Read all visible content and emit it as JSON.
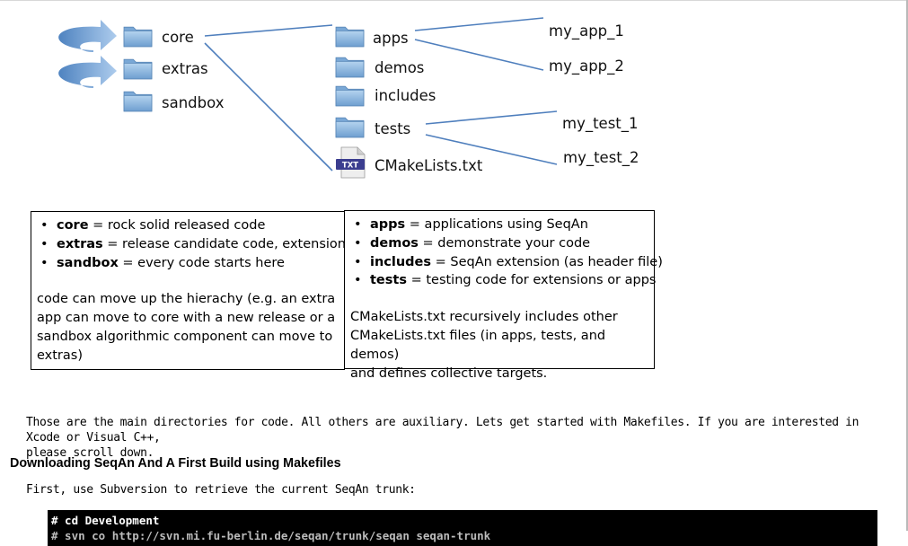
{
  "diagram": {
    "top_level": [
      "core",
      "extras",
      "sandbox"
    ],
    "core_children": [
      "apps",
      "demos",
      "includes",
      "tests",
      "CMakeLists.txt"
    ],
    "apps_children": [
      "my_app_1",
      "my_app_2"
    ],
    "tests_children": [
      "my_test_1",
      "my_test_2"
    ],
    "txt_badge": "TXT"
  },
  "left_box": {
    "items": [
      {
        "term": "core",
        "desc": " = rock solid released code"
      },
      {
        "term": "extras",
        "desc": " = release candidate code, extensions"
      },
      {
        "term": "sandbox",
        "desc": " = every code starts here"
      }
    ],
    "paragraph_lines": [
      "code can move up the hierachy (e.g. an extra",
      "app can move to core with a new release or a",
      "sandbox algorithmic component can move to",
      "extras)"
    ]
  },
  "right_box": {
    "items": [
      {
        "term": "apps",
        "desc": " = applications using SeqAn"
      },
      {
        "term": "demos",
        "desc": " = demonstrate your code"
      },
      {
        "term": "includes",
        "desc": " = SeqAn extension (as header file)"
      },
      {
        "term": "tests",
        "desc": " = testing code for extensions or apps"
      }
    ],
    "paragraph_lines": [
      "CMakeLists.txt recursively includes other",
      "CMakeLists.txt files (in apps, tests, and demos)",
      "and defines collective targets."
    ]
  },
  "intro": {
    "line1": "Those are the main directories for code. All others are auxiliary. Lets get started with Makefiles. If you are interested in Xcode or Visual C++,",
    "line2": "please scroll down."
  },
  "heading": "Downloading SeqAn And A First Build using Makefiles",
  "step_text": "First, use Subversion to retrieve the current SeqAn trunk:",
  "code": {
    "line1": "# cd Development",
    "line2": "# svn co http://svn.mi.fu-berlin.de/seqan/trunk/seqan seqan-trunk"
  },
  "colors": {
    "folder_blue": "#8fb9dd",
    "connector_line": "#4f7fbd",
    "arrow_blue": "#4d84c4",
    "code_background": "#000000"
  }
}
